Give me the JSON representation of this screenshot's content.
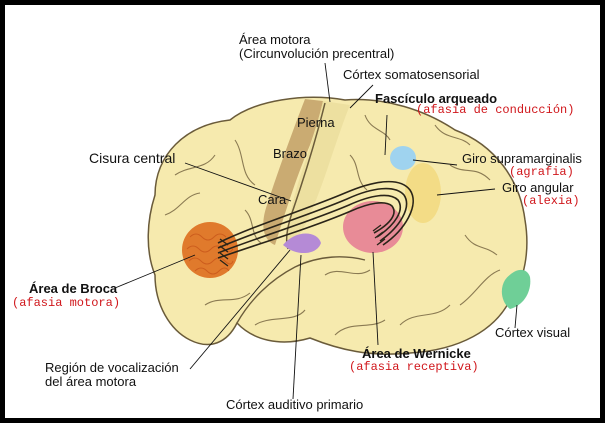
{
  "labels": {
    "area_motora_1": "Área motora",
    "area_motora_2": "(Circunvolución precentral)",
    "cortex_somatosensorial": "Córtex somatosensorial",
    "fasciculo_arqueado": "Fascículo arqueado",
    "afasia_conduccion": "(afasia de conducción)",
    "cisura_central": "Cisura central",
    "giro_supramarginalis": "Giro supramarginalis",
    "agrafia": "(agrafia)",
    "pierna": "Pierna",
    "brazo": "Brazo",
    "cara": "Cara",
    "giro_angular": "Giro angular",
    "alexia": "(alexia)",
    "area_broca": "Área de Broca",
    "afasia_motora": "(afasia motora)",
    "cortex_visual": "Córtex visual",
    "region_vocalizacion_1": "Región de vocalización",
    "region_vocalizacion_2": "del área motora",
    "area_wernicke": "Área de Wernicke",
    "afasia_receptiva": "(afasia receptiva)",
    "cortex_auditivo": "Córtex auditivo primario"
  },
  "colors": {
    "brain": "#f6eaae",
    "motor_strip": "#c7a86f",
    "sensory_strip": "#ecdf9f",
    "broca": "#e07a2c",
    "wernicke": "#e88b97",
    "supramarginal": "#9fd3ef",
    "angular": "#f3dc86",
    "visual": "#6fcf97",
    "auditory": "#b58ad6",
    "annotation_red": "#d0161b"
  }
}
